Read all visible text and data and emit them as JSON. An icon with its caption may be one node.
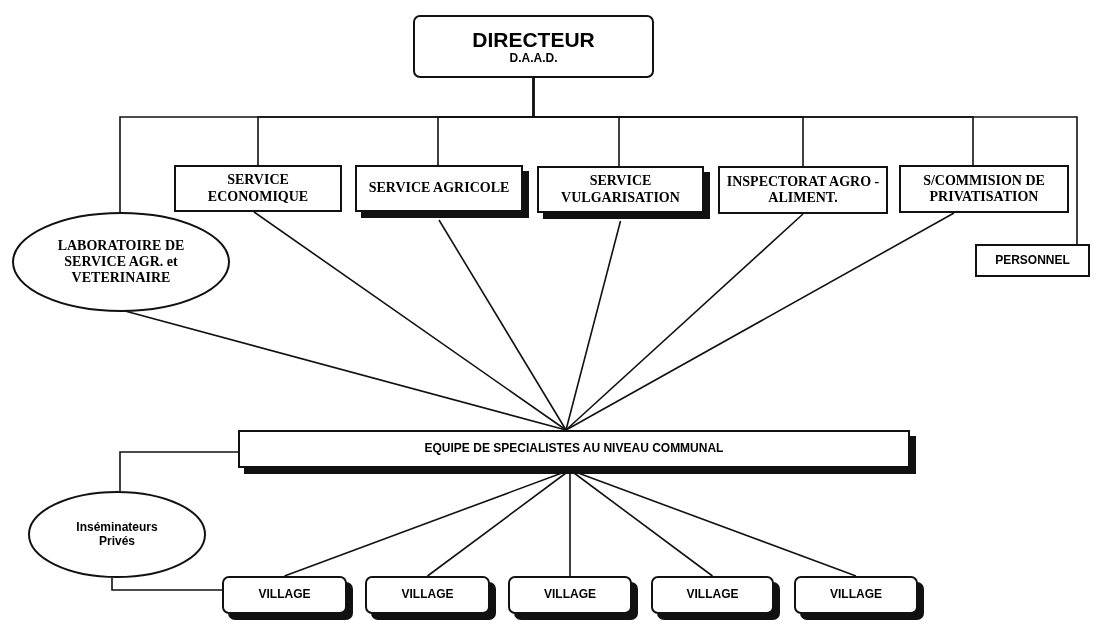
{
  "diagram": {
    "nodes": [
      {
        "text": [
          "DIRECTEUR",
          "D.A.A.D."
        ]
      },
      {
        "text": [
          "SERVICE ECONOMIQUE"
        ]
      },
      {
        "text": [
          "SERVICE AGRICOLE"
        ]
      },
      {
        "text": [
          "SERVICE VULGARISATION"
        ]
      },
      {
        "text": [
          "INSPECTORAT AGRO - ALIMENT."
        ]
      },
      {
        "text": [
          "S/COMMISION DE PRIVATISATION"
        ]
      },
      {
        "text": [
          "LABORATOIRE DE SERVICE AGR. et VETERINAIRE"
        ]
      },
      {
        "text": [
          "PERSONNEL"
        ]
      },
      {
        "text": [
          "EQUIPE DE SPECIALISTES AU NIVEAU COMMUNAL"
        ]
      },
      {
        "text": [
          "Inséminateurs Privés"
        ]
      },
      {
        "text": [
          "VILLAGE"
        ]
      },
      {
        "text": [
          "VILLAGE"
        ]
      },
      {
        "text": [
          "VILLAGE"
        ]
      },
      {
        "text": [
          "VILLAGE"
        ]
      },
      {
        "text": [
          "VILLAGE"
        ]
      }
    ],
    "edges": [
      {
        "from": 0,
        "to": 6,
        "arrow": "none"
      },
      {
        "from": 0,
        "to": 1,
        "arrow": "none"
      },
      {
        "from": 0,
        "to": 2,
        "arrow": "none"
      },
      {
        "from": 0,
        "to": 3,
        "arrow": "none"
      },
      {
        "from": 0,
        "to": 4,
        "arrow": "none"
      },
      {
        "from": 0,
        "to": 5,
        "arrow": "none"
      },
      {
        "from": 0,
        "to": 7,
        "arrow": "none"
      },
      {
        "from": 6,
        "to": 8,
        "arrow": "none"
      },
      {
        "from": 1,
        "to": 8,
        "arrow": "none"
      },
      {
        "from": 2,
        "to": 8,
        "arrow": "none"
      },
      {
        "from": 3,
        "to": 8,
        "arrow": "none"
      },
      {
        "from": 4,
        "to": 8,
        "arrow": "none"
      },
      {
        "from": 5,
        "to": 8,
        "arrow": "none"
      },
      {
        "from": 8,
        "to": 9,
        "arrow": "none"
      },
      {
        "from": 8,
        "to": 10,
        "arrow": "none"
      },
      {
        "from": 8,
        "to": 11,
        "arrow": "none"
      },
      {
        "from": 8,
        "to": 12,
        "arrow": "none"
      },
      {
        "from": 8,
        "to": 13,
        "arrow": "none"
      },
      {
        "from": 8,
        "to": 14,
        "arrow": "none"
      },
      {
        "from": 9,
        "to": 10,
        "arrow": "none"
      }
    ]
  }
}
